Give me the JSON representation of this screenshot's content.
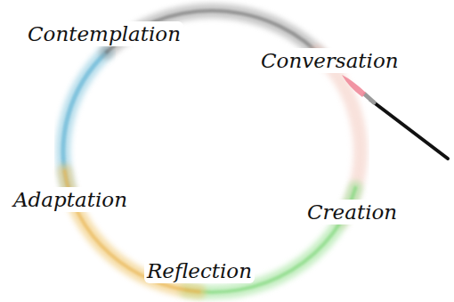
{
  "diagram": {
    "labels": [
      "Contemplation",
      "Conversation",
      "Creation",
      "Reflection",
      "Adaptation"
    ]
  }
}
